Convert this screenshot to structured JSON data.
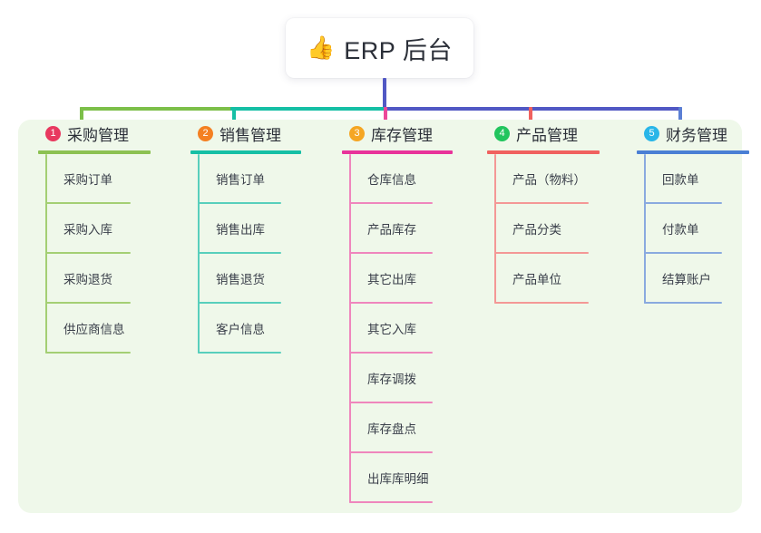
{
  "root": {
    "icon": "thumbs-up-icon",
    "icon_glyph": "👍",
    "title": "ERP 后台"
  },
  "palette": {
    "panel_background": "#eff8ea",
    "page_background": "#ffffff",
    "root_stem": "#5158c4",
    "connector_green": "#7cbf49",
    "connector_teal": "#15bfa5",
    "connector_blue": "#5158c4",
    "stub_green": "#7cbf49",
    "stub_teal": "#15bfa5",
    "stub_pink": "#ec4899",
    "stub_red": "#f0615f",
    "stub_blue": "#5b7fd4",
    "text_dark": "#2b2f38",
    "text_body": "#3a3f4a"
  },
  "columns": [
    {
      "number": "1",
      "title": "采购管理",
      "badge_color": "#e8395f",
      "line_color": "#8cc152",
      "leaf_line_color": "#a4cf74",
      "items": [
        {
          "label": "采购订单"
        },
        {
          "label": "采购入库"
        },
        {
          "label": "采购退货"
        },
        {
          "label": "供应商信息"
        }
      ]
    },
    {
      "number": "2",
      "title": "销售管理",
      "badge_color": "#f48022",
      "line_color": "#15bfa5",
      "leaf_line_color": "#58cfbc",
      "items": [
        {
          "label": "销售订单"
        },
        {
          "label": "销售出库"
        },
        {
          "label": "销售退货"
        },
        {
          "label": "客户信息"
        }
      ]
    },
    {
      "number": "3",
      "title": "库存管理",
      "badge_color": "#f5a623",
      "line_color": "#e8339a",
      "leaf_line_color": "#ef86bd",
      "items": [
        {
          "label": "仓库信息"
        },
        {
          "label": "产品库存"
        },
        {
          "label": "其它出库"
        },
        {
          "label": "其它入库"
        },
        {
          "label": "库存调拨"
        },
        {
          "label": "库存盘点"
        },
        {
          "label": "出库库明细"
        }
      ]
    },
    {
      "number": "4",
      "title": "产品管理",
      "badge_color": "#22c55e",
      "line_color": "#f0615f",
      "leaf_line_color": "#f49896",
      "items": [
        {
          "label": "产品（物料）"
        },
        {
          "label": "产品分类"
        },
        {
          "label": "产品单位"
        }
      ]
    },
    {
      "number": "5",
      "title": "财务管理",
      "badge_color": "#29b6e8",
      "line_color": "#4a7fd4",
      "leaf_line_color": "#8aaadf",
      "items": [
        {
          "label": "回款单"
        },
        {
          "label": "付款单"
        },
        {
          "label": "结算账户"
        }
      ]
    }
  ]
}
